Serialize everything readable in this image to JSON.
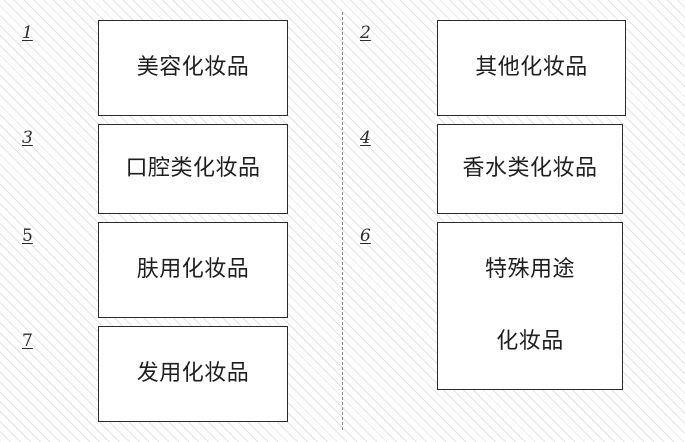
{
  "items": [
    {
      "number": "1",
      "label": "美容化妆品"
    },
    {
      "number": "2",
      "label": "其他化妆品"
    },
    {
      "number": "3",
      "label": "口腔类化妆品"
    },
    {
      "number": "4",
      "label": "香水类化妆品"
    },
    {
      "number": "5",
      "label": "肤用化妆品"
    },
    {
      "number": "6",
      "label_line1": "特殊用途",
      "label_line2": "化妆品"
    },
    {
      "number": "7",
      "label": "发用化妆品"
    }
  ]
}
